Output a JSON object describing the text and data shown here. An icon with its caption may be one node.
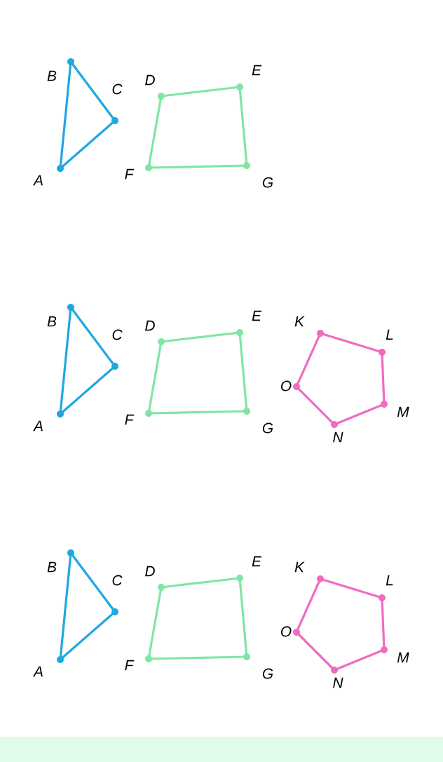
{
  "diagram": {
    "nodes": [
      {
        "text": [
          "B"
        ]
      },
      {
        "text": [
          "C"
        ]
      },
      {
        "text": [
          "A"
        ]
      },
      {
        "text": [
          "D"
        ]
      },
      {
        "text": [
          "E"
        ]
      },
      {
        "text": [
          "G"
        ]
      },
      {
        "text": [
          "F"
        ]
      },
      {
        "text": [
          "B"
        ]
      },
      {
        "text": [
          "C"
        ]
      },
      {
        "text": [
          "A"
        ]
      },
      {
        "text": [
          "D"
        ]
      },
      {
        "text": [
          "E"
        ]
      },
      {
        "text": [
          "G"
        ]
      },
      {
        "text": [
          "F"
        ]
      },
      {
        "text": [
          "K"
        ]
      },
      {
        "text": [
          "L"
        ]
      },
      {
        "text": [
          "M"
        ]
      },
      {
        "text": [
          "N"
        ]
      },
      {
        "text": [
          "O"
        ]
      },
      {
        "text": [
          "B"
        ]
      },
      {
        "text": [
          "C"
        ]
      },
      {
        "text": [
          "A"
        ]
      },
      {
        "text": [
          "D"
        ]
      },
      {
        "text": [
          "E"
        ]
      },
      {
        "text": [
          "G"
        ]
      },
      {
        "text": [
          "F"
        ]
      },
      {
        "text": [
          "K"
        ]
      },
      {
        "text": [
          "L"
        ]
      },
      {
        "text": [
          "M"
        ]
      },
      {
        "text": [
          "N"
        ]
      },
      {
        "text": [
          "O"
        ]
      }
    ],
    "edges": [
      {
        "from": 2,
        "to": 0,
        "arrow": "none",
        "color": "#1ea8e2"
      },
      {
        "from": 0,
        "to": 1,
        "arrow": "none",
        "color": "#1ea8e2"
      },
      {
        "from": 1,
        "to": 2,
        "arrow": "none",
        "color": "#1ea8e2"
      },
      {
        "from": 3,
        "to": 4,
        "arrow": "none",
        "color": "#80e6a4"
      },
      {
        "from": 4,
        "to": 5,
        "arrow": "none",
        "color": "#80e6a4"
      },
      {
        "from": 5,
        "to": 6,
        "arrow": "none",
        "color": "#80e6a4"
      },
      {
        "from": 6,
        "to": 3,
        "arrow": "none",
        "color": "#80e6a4"
      },
      {
        "from": 9,
        "to": 7,
        "arrow": "none",
        "color": "#1ea8e2"
      },
      {
        "from": 7,
        "to": 8,
        "arrow": "none",
        "color": "#1ea8e2"
      },
      {
        "from": 8,
        "to": 9,
        "arrow": "none",
        "color": "#1ea8e2"
      },
      {
        "from": 10,
        "to": 11,
        "arrow": "none",
        "color": "#80e6a4"
      },
      {
        "from": 11,
        "to": 12,
        "arrow": "none",
        "color": "#80e6a4"
      },
      {
        "from": 12,
        "to": 13,
        "arrow": "none",
        "color": "#80e6a4"
      },
      {
        "from": 13,
        "to": 10,
        "arrow": "none",
        "color": "#80e6a4"
      },
      {
        "from": 14,
        "to": 15,
        "arrow": "none",
        "color": "#f06cc2"
      },
      {
        "from": 15,
        "to": 16,
        "arrow": "none",
        "color": "#f06cc2"
      },
      {
        "from": 16,
        "to": 17,
        "arrow": "none",
        "color": "#f06cc2"
      },
      {
        "from": 17,
        "to": 18,
        "arrow": "none",
        "color": "#f06cc2"
      },
      {
        "from": 18,
        "to": 14,
        "arrow": "none",
        "color": "#f06cc2"
      },
      {
        "from": 21,
        "to": 19,
        "arrow": "none",
        "color": "#1ea8e2"
      },
      {
        "from": 19,
        "to": 20,
        "arrow": "none",
        "color": "#1ea8e2"
      },
      {
        "from": 20,
        "to": 21,
        "arrow": "none",
        "color": "#1ea8e2"
      },
      {
        "from": 22,
        "to": 23,
        "arrow": "none",
        "color": "#80e6a4"
      },
      {
        "from": 23,
        "to": 24,
        "arrow": "none",
        "color": "#80e6a4"
      },
      {
        "from": 24,
        "to": 25,
        "arrow": "none",
        "color": "#80e6a4"
      },
      {
        "from": 25,
        "to": 22,
        "arrow": "none",
        "color": "#80e6a4"
      },
      {
        "from": 26,
        "to": 27,
        "arrow": "none",
        "color": "#f06cc2"
      },
      {
        "from": 27,
        "to": 28,
        "arrow": "none",
        "color": "#f06cc2"
      },
      {
        "from": 28,
        "to": 29,
        "arrow": "none",
        "color": "#f06cc2"
      },
      {
        "from": 29,
        "to": 30,
        "arrow": "none",
        "color": "#f06cc2"
      },
      {
        "from": 30,
        "to": 26,
        "arrow": "none",
        "color": "#f06cc2"
      }
    ]
  }
}
